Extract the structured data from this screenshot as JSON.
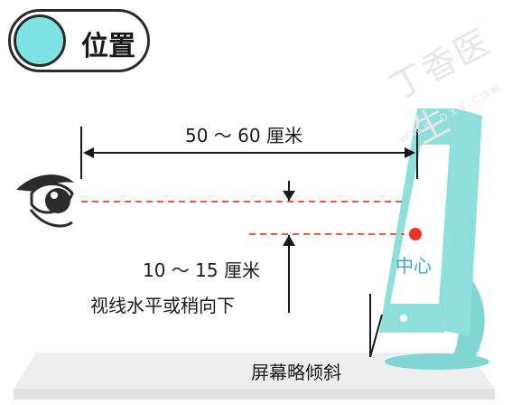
{
  "header": {
    "title": "位置"
  },
  "watermark": {
    "text": "丁香医生",
    "sub": "WWW.DXY.COM"
  },
  "annotations": {
    "distance": "50 ～ 60 厘米",
    "drop": "10 ～ 15 厘米",
    "gaze": "视线水平或稍向下",
    "center": "中心",
    "tilt": "屏幕略倾斜"
  },
  "colors": {
    "badge_fill": "#7fe3e3",
    "monitor": "#8fe0dc",
    "guide_line": "#e0603a",
    "center_dot": "#e8312b",
    "desk": "#eeeeee"
  }
}
